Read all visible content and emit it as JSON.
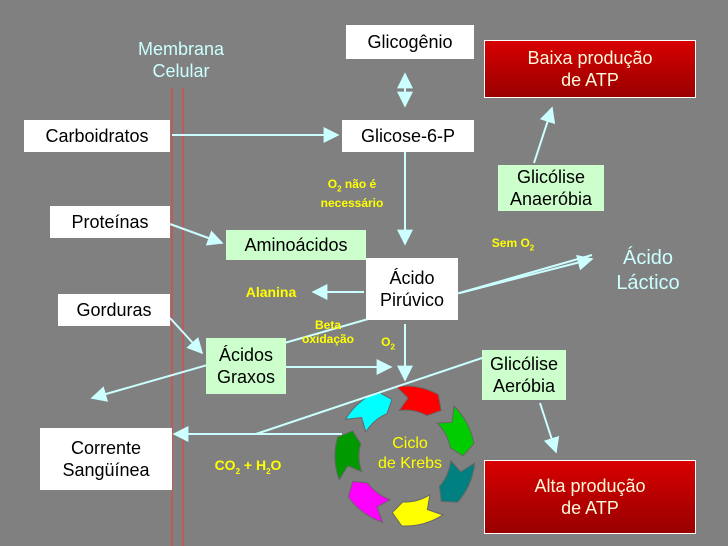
{
  "colors": {
    "background": "#808080",
    "arrow": "#ccffff",
    "box_fill": "#ffffff",
    "green_fill": "#ccffcc",
    "red_fill": "#cc0000",
    "label_yellow": "#ffff00",
    "label_light": "#ccffff",
    "membrane_line": "#ff3333"
  },
  "labels": {
    "membrana": "Membrana\nCelular",
    "glicogenio": "Glicogênio",
    "baixa_producao": "Baixa produção\nde ATP",
    "carboidratos": "Carboidratos",
    "glicose6p": "Glicose-6-P",
    "glicolise_anaerobia": "Glicólise\nAnaeróbia",
    "o2_nao_necessario_pre": "O",
    "o2_nao_necessario_sub": "2",
    "o2_nao_necessario_post": " não é\nnecessário",
    "proteinas": "Proteínas",
    "aminoacidos": "Aminoácidos",
    "sem_o2_pre": "Sem O",
    "sem_o2_sub": "2",
    "acido_latico": "Ácido\nLáctico",
    "acido_piruvico": "Ácido\nPirúvico",
    "alanina": "Alanina",
    "gorduras": "Gorduras",
    "beta_oxidacao": "Beta\noxidação",
    "o2_pre": "O",
    "o2_sub": "2",
    "acidos_graxos": "Ácidos\nGraxos",
    "glicolise_aerobia": "Glicólise\nAeróbia",
    "corrente_sanguinea": "Corrente\nSangüínea",
    "co2_part1": "CO",
    "co2_sub1": "2",
    "co2_part2": " + H",
    "co2_sub2": "2",
    "co2_part3": "O",
    "ciclo_krebs": "Ciclo\nde Krebs",
    "alta_producao": "Alta produção\nde ATP"
  },
  "krebs_colors": [
    "#ff0000",
    "#00cc00",
    "#008080",
    "#ffff00",
    "#ff00ff",
    "#009900",
    "#00ffff"
  ]
}
